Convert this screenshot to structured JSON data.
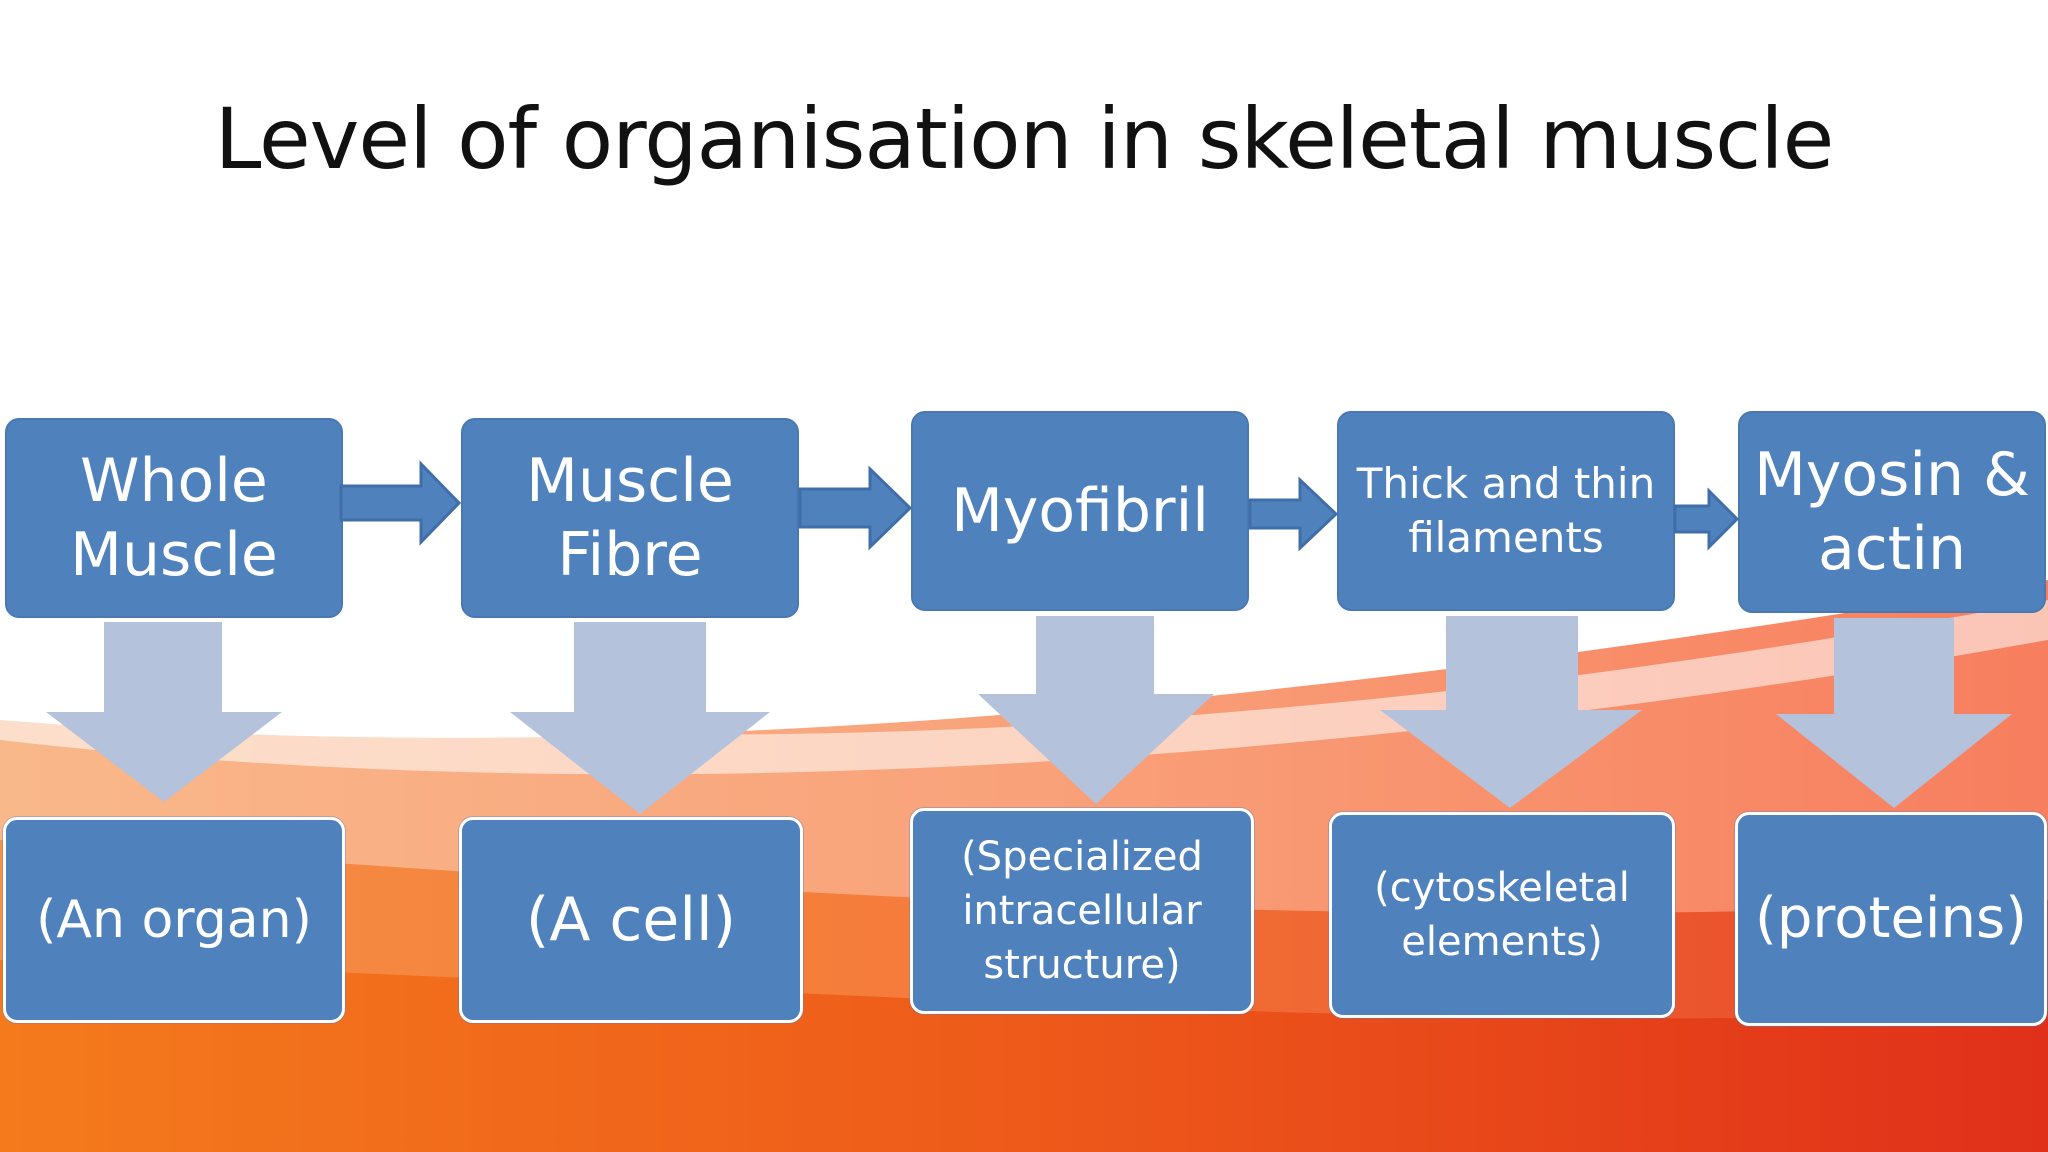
{
  "title": "Level of organisation in skeletal muscle",
  "colors": {
    "box_fill": "#4f81bd",
    "box_border": "#4a79b2",
    "down_arrow": "#b4c2dc",
    "orange_light": "#f8a26c",
    "orange_dark": "#e5391c"
  },
  "levels": [
    {
      "label": "Whole\nMuscle",
      "description": "(An organ)"
    },
    {
      "label": "Muscle\nFibre",
      "description": "(A cell)"
    },
    {
      "label": "Myofibril",
      "description": "(Specialized\nintracellular\nstructure)"
    },
    {
      "label": "Thick and thin\nfilaments",
      "description": "(cytoskeletal\nelements)"
    },
    {
      "label": "Myosin &\nactin",
      "description": "(proteins)"
    }
  ]
}
